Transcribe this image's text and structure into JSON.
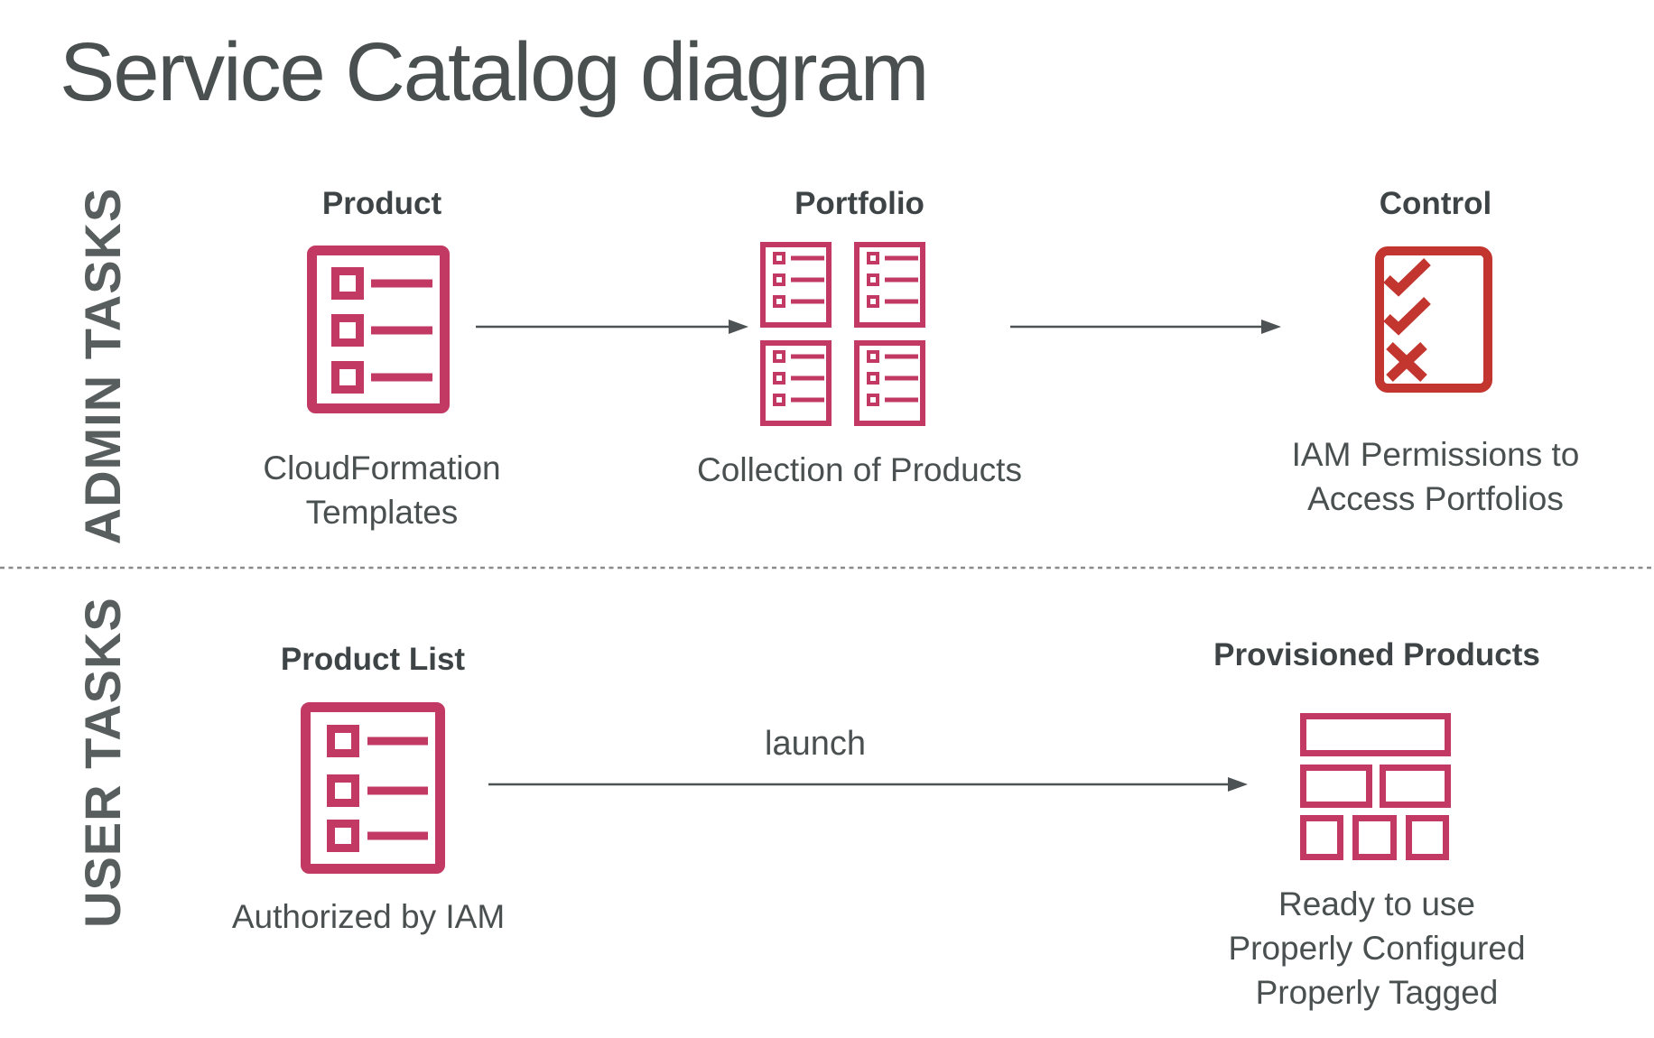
{
  "title": "Service Catalog diagram",
  "colors": {
    "magenta": "#c23a64",
    "red": "#c3362f",
    "title_text": "#4a5050",
    "heading_text": "#3e4445",
    "body_text": "#4a5050",
    "row_label_text": "#585e5e",
    "arrow": "#4d5254",
    "separator": "#8a8a8a"
  },
  "admin_row": {
    "label": "ADMIN TASKS",
    "product": {
      "heading": "Product",
      "caption": "CloudFormation\nTemplates",
      "icon": "list-document-icon"
    },
    "portfolio": {
      "heading": "Portfolio",
      "caption": "Collection of Products",
      "icon": "list-collection-icon"
    },
    "control": {
      "heading": "Control",
      "caption": "IAM Permissions to\nAccess Portfolios",
      "icon": "checklist-icon"
    }
  },
  "user_row": {
    "label": "USER TASKS",
    "product_list": {
      "heading": "Product List",
      "caption": "Authorized by IAM",
      "icon": "list-document-icon"
    },
    "launch": {
      "label": "launch"
    },
    "provisioned": {
      "heading": "Provisioned Products",
      "caption": "Ready to use\nProperly Configured\nProperly Tagged",
      "icon": "stacked-blocks-icon"
    }
  }
}
